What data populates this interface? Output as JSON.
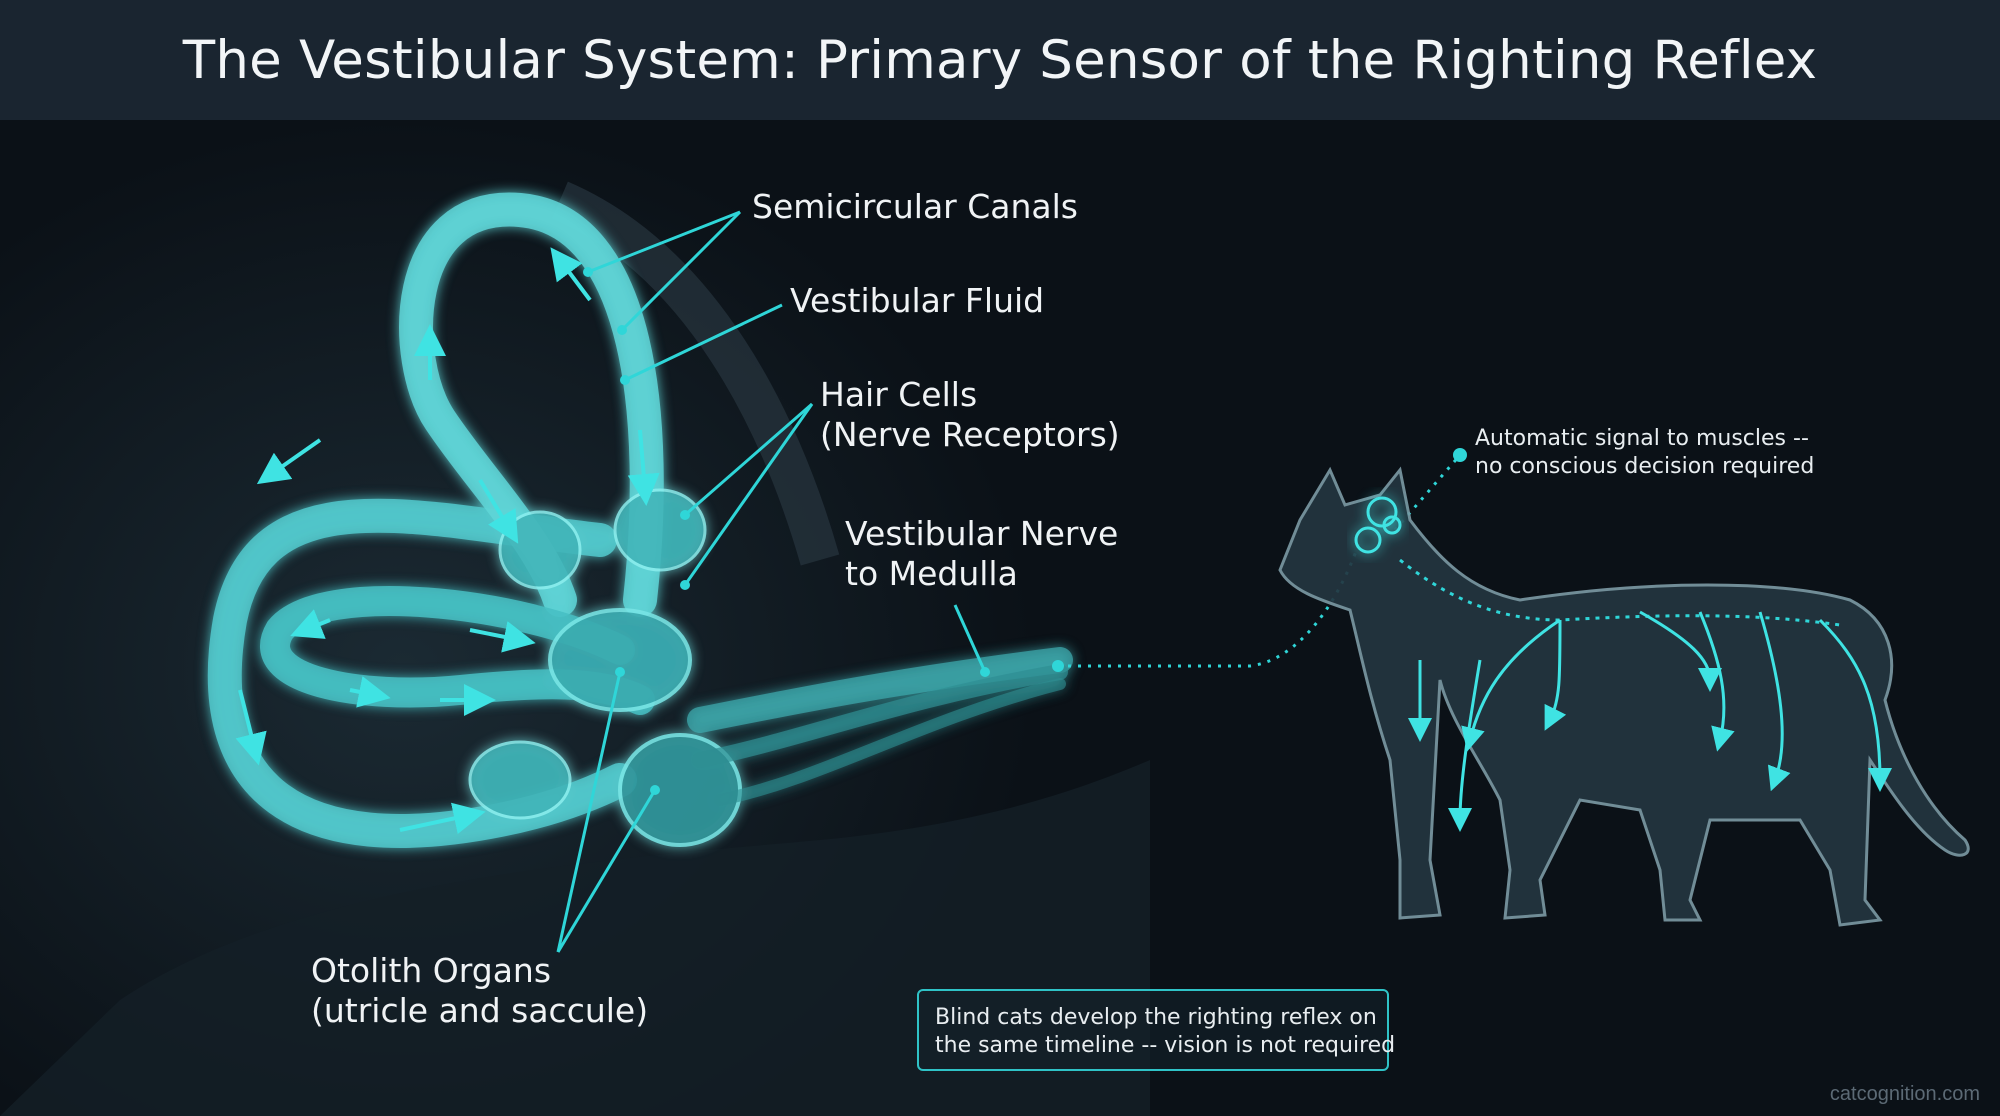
{
  "title": "The Vestibular System: Primary Sensor of the Righting Reflex",
  "labels": {
    "semicircular_canals": "Semicircular Canals",
    "vestibular_fluid": "Vestibular Fluid",
    "hair_cells_line1": "Hair Cells",
    "hair_cells_line2": "(Nerve Receptors)",
    "vestibular_nerve_line1": "Vestibular Nerve",
    "vestibular_nerve_line2": "to Medulla",
    "otolith_line1": "Otolith Organs",
    "otolith_line2": "(utricle and saccule)"
  },
  "signal_note": {
    "line1": "Automatic signal to muscles --",
    "line2": "no conscious decision required"
  },
  "callout": {
    "line1": "Blind cats develop the righting reflex on",
    "line2": "the same timeline -- vision is not required"
  },
  "watermark": "catcognition.com",
  "colors": {
    "accent": "#2fd6d8",
    "background": "#0b1117",
    "title_bar": "#1a2530"
  }
}
